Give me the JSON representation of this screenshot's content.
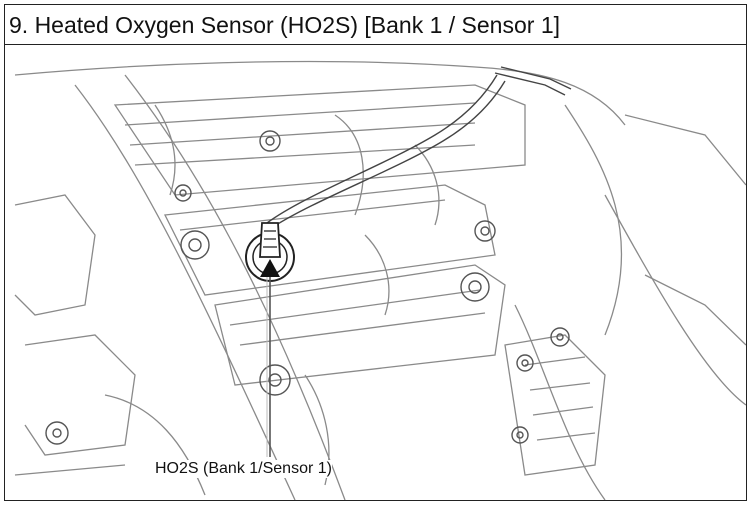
{
  "header": {
    "title": "9. Heated Oxygen Sensor (HO2S) [Bank 1 / Sensor 1]"
  },
  "figure": {
    "callout_label": "HO2S (Bank 1/Sensor 1)",
    "callout_target": "heated-oxygen-sensor",
    "colors": {
      "ink": "#333333",
      "light_ink": "#8a8a8a",
      "background": "#ffffff"
    }
  }
}
